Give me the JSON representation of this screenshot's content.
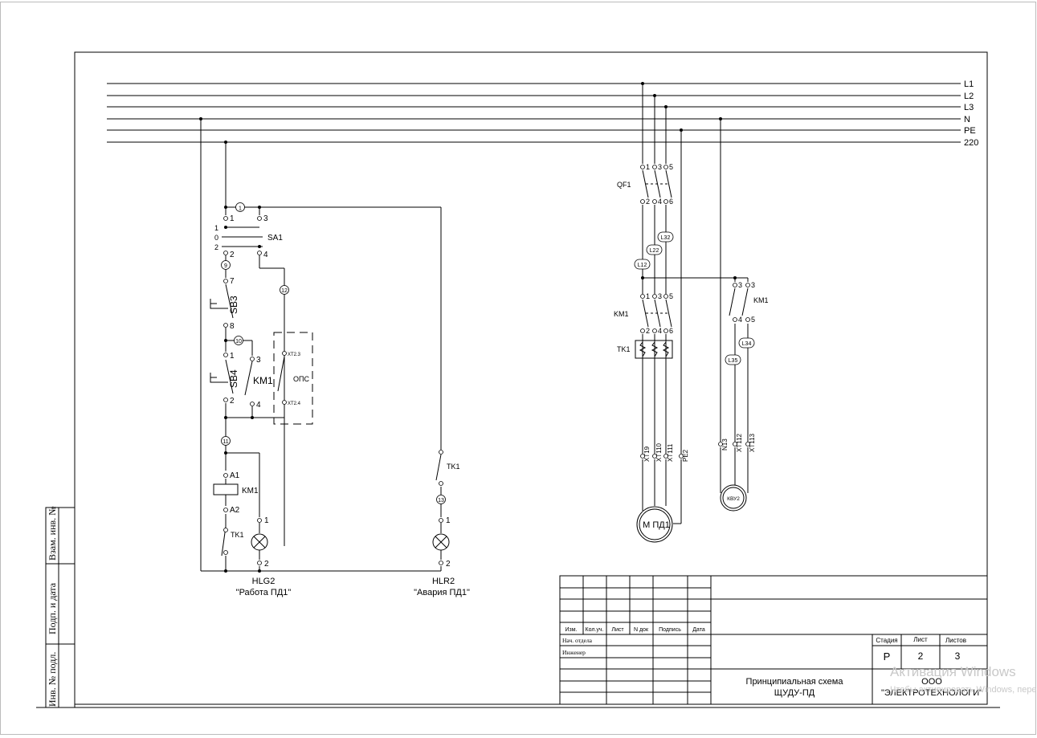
{
  "buses": [
    "L1",
    "L2",
    "L3",
    "N",
    "PE",
    "220"
  ],
  "control": {
    "wire1": "1",
    "sa1": {
      "name": "SA1",
      "pos1": "1",
      "pos0": "0",
      "pos2": "2",
      "t1": "1",
      "t3": "3",
      "t2": "2",
      "t4": "4"
    },
    "wire9": "9",
    "sb3": {
      "name": "SB3",
      "t7": "7",
      "t8": "8"
    },
    "wire10": "10",
    "wire12": "12",
    "sb4": {
      "name": "SB4",
      "t1": "1",
      "t2": "2"
    },
    "km1_aux": {
      "name": "KM1",
      "t3": "3",
      "t4": "4"
    },
    "ops": {
      "name": "ОПС",
      "xt3": "XT2.3",
      "xt4": "XT2.4"
    },
    "wire11": "11",
    "km1_coil": {
      "name": "KM1",
      "a1": "A1",
      "a2": "A2"
    },
    "tk1_left": "TK1",
    "tk1_right": "TK1",
    "wire13": "13",
    "hlg2": {
      "name": "HLG2",
      "caption": "\"Работа ПД1\"",
      "t1": "1",
      "t2": "2"
    },
    "hlr2": {
      "name": "HLR2",
      "caption": "\"Авария ПД1\"",
      "t1": "1",
      "t2": "2"
    }
  },
  "power": {
    "qf1": {
      "name": "QF1",
      "top": [
        "1",
        "3",
        "5"
      ],
      "bot": [
        "2",
        "4",
        "6"
      ]
    },
    "wires": {
      "l32": "L32",
      "l22": "L22",
      "l12": "L12",
      "l34": "L34",
      "l35": "L35"
    },
    "km1": {
      "name": "KM1",
      "top": [
        "1",
        "3",
        "5"
      ],
      "bot": [
        "2",
        "4",
        "6"
      ]
    },
    "km1_fan": {
      "name": "KM1",
      "top": [
        "3",
        "3"
      ],
      "bot": [
        "4",
        "5"
      ]
    },
    "tk1": "TK1",
    "terminals": [
      "XT19",
      "XT110",
      "XT111",
      "PE2"
    ],
    "terminals2": [
      "N13",
      "XT112",
      "XT113"
    ],
    "motor": "М ПД1",
    "fan": "КВУ2"
  },
  "side_stamp": [
    "Взам. инв. №",
    "Подп. и дата",
    "Инв. № подл."
  ],
  "title_block": {
    "headers": [
      "Изм.",
      "Кол.уч.",
      "Лист",
      "N док",
      "Подпись",
      "Дата"
    ],
    "roles": [
      "Нач. отдела",
      "Инженер"
    ],
    "stage_label": "Стадия",
    "sheet_label": "Лист",
    "sheets_label": "Листов",
    "stage": "Р",
    "sheet": "2",
    "sheets": "3",
    "doc_title_1": "Принципиальная схема",
    "doc_title_2": "ЩУДУ-ПД",
    "org_1": "ООО",
    "org_2": "\"ЭЛЕКТРОТЕХНОЛОГИ\""
  },
  "watermark": {
    "line1": "Активация Windows",
    "line2": "Чтобы активировать Windows, перейдите в раздел «Параметры»."
  }
}
